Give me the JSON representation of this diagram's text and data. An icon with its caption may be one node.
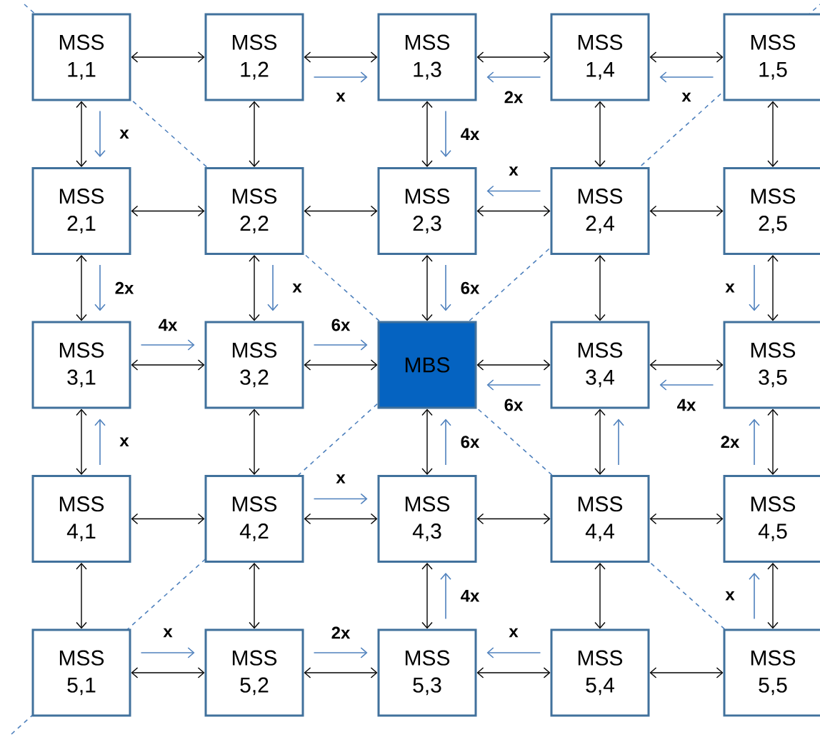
{
  "diagram": {
    "nodes": [
      {
        "text": [
          "MSS 1,1"
        ]
      },
      {
        "text": [
          "MSS 1,2"
        ]
      },
      {
        "text": [
          "MSS 1,3"
        ]
      },
      {
        "text": [
          "MSS 1,4"
        ]
      },
      {
        "text": [
          "MSS 1,5"
        ]
      },
      {
        "text": [
          "MSS 2,1"
        ]
      },
      {
        "text": [
          "MSS 2,2"
        ]
      },
      {
        "text": [
          "MSS 2,3"
        ]
      },
      {
        "text": [
          "MSS 2,4"
        ]
      },
      {
        "text": [
          "MSS 2,5"
        ]
      },
      {
        "text": [
          "MSS 3,1"
        ]
      },
      {
        "text": [
          "MSS 3,2"
        ]
      },
      {
        "text": [
          "MBS"
        ]
      },
      {
        "text": [
          "MSS 3,4"
        ]
      },
      {
        "text": [
          "MSS 3,5"
        ]
      },
      {
        "text": [
          "MSS 4,1"
        ]
      },
      {
        "text": [
          "MSS 4,2"
        ]
      },
      {
        "text": [
          "MSS 4,3"
        ]
      },
      {
        "text": [
          "MSS 4,4"
        ]
      },
      {
        "text": [
          "MSS 4,5"
        ]
      },
      {
        "text": [
          "MSS 5,1"
        ]
      },
      {
        "text": [
          "MSS 5,2"
        ]
      },
      {
        "text": [
          "MSS 5,3"
        ]
      },
      {
        "text": [
          "MSS 5,4"
        ]
      },
      {
        "text": [
          "MSS 5,5"
        ]
      }
    ],
    "edges": [
      {
        "from": 0,
        "to": 1,
        "arrow": "both"
      },
      {
        "from": 1,
        "to": 2,
        "arrow": "both"
      },
      {
        "from": 2,
        "to": 3,
        "arrow": "both"
      },
      {
        "from": 3,
        "to": 4,
        "arrow": "both"
      },
      {
        "from": 5,
        "to": 6,
        "arrow": "both"
      },
      {
        "from": 6,
        "to": 7,
        "arrow": "both"
      },
      {
        "from": 7,
        "to": 8,
        "arrow": "both"
      },
      {
        "from": 8,
        "to": 9,
        "arrow": "both"
      },
      {
        "from": 10,
        "to": 11,
        "arrow": "both"
      },
      {
        "from": 11,
        "to": 12,
        "arrow": "both"
      },
      {
        "from": 12,
        "to": 13,
        "arrow": "both"
      },
      {
        "from": 13,
        "to": 14,
        "arrow": "both"
      },
      {
        "from": 15,
        "to": 16,
        "arrow": "both"
      },
      {
        "from": 16,
        "to": 17,
        "arrow": "both"
      },
      {
        "from": 17,
        "to": 18,
        "arrow": "both"
      },
      {
        "from": 18,
        "to": 19,
        "arrow": "both"
      },
      {
        "from": 20,
        "to": 21,
        "arrow": "both"
      },
      {
        "from": 21,
        "to": 22,
        "arrow": "both"
      },
      {
        "from": 22,
        "to": 23,
        "arrow": "both"
      },
      {
        "from": 23,
        "to": 24,
        "arrow": "both"
      },
      {
        "from": 0,
        "to": 5,
        "arrow": "both"
      },
      {
        "from": 5,
        "to": 10,
        "arrow": "both"
      },
      {
        "from": 10,
        "to": 15,
        "arrow": "both"
      },
      {
        "from": 15,
        "to": 20,
        "arrow": "both"
      },
      {
        "from": 1,
        "to": 6,
        "arrow": "both"
      },
      {
        "from": 6,
        "to": 11,
        "arrow": "both"
      },
      {
        "from": 11,
        "to": 16,
        "arrow": "both"
      },
      {
        "from": 16,
        "to": 21,
        "arrow": "both"
      },
      {
        "from": 2,
        "to": 7,
        "arrow": "both"
      },
      {
        "from": 7,
        "to": 12,
        "arrow": "both"
      },
      {
        "from": 12,
        "to": 17,
        "arrow": "both"
      },
      {
        "from": 17,
        "to": 22,
        "arrow": "both"
      },
      {
        "from": 3,
        "to": 8,
        "arrow": "both"
      },
      {
        "from": 8,
        "to": 13,
        "arrow": "both"
      },
      {
        "from": 13,
        "to": 18,
        "arrow": "both"
      },
      {
        "from": 18,
        "to": 23,
        "arrow": "both"
      },
      {
        "from": 4,
        "to": 9,
        "arrow": "both"
      },
      {
        "from": 9,
        "to": 14,
        "arrow": "both"
      },
      {
        "from": 14,
        "to": 19,
        "arrow": "both"
      },
      {
        "from": 19,
        "to": 24,
        "arrow": "both"
      },
      {
        "from": 1,
        "to": 2,
        "arrow": "to",
        "label": "x",
        "color": "#4f81bd"
      },
      {
        "from": 3,
        "to": 2,
        "arrow": "to",
        "label": "2x",
        "color": "#4f81bd"
      },
      {
        "from": 4,
        "to": 3,
        "arrow": "to",
        "label": "x",
        "color": "#4f81bd"
      },
      {
        "from": 0,
        "to": 5,
        "arrow": "to",
        "label": "x",
        "color": "#4f81bd"
      },
      {
        "from": 2,
        "to": 7,
        "arrow": "to",
        "label": "4x",
        "color": "#4f81bd"
      },
      {
        "from": 8,
        "to": 7,
        "arrow": "to",
        "label": "x",
        "color": "#4f81bd"
      },
      {
        "from": 5,
        "to": 10,
        "arrow": "to",
        "label": "2x",
        "color": "#4f81bd"
      },
      {
        "from": 6,
        "to": 11,
        "arrow": "to",
        "label": "x",
        "color": "#4f81bd"
      },
      {
        "from": 7,
        "to": 12,
        "arrow": "to",
        "label": "6x",
        "color": "#4f81bd"
      },
      {
        "from": 9,
        "to": 14,
        "arrow": "to",
        "label": "x",
        "color": "#4f81bd"
      },
      {
        "from": 10,
        "to": 11,
        "arrow": "to",
        "label": "4x",
        "color": "#4f81bd"
      },
      {
        "from": 11,
        "to": 12,
        "arrow": "to",
        "label": "6x",
        "color": "#4f81bd"
      },
      {
        "from": 13,
        "to": 12,
        "arrow": "to",
        "label": "6x",
        "color": "#4f81bd"
      },
      {
        "from": 14,
        "to": 13,
        "arrow": "to",
        "label": "4x",
        "color": "#4f81bd"
      },
      {
        "from": 15,
        "to": 10,
        "arrow": "to",
        "label": "x",
        "color": "#4f81bd"
      },
      {
        "from": 17,
        "to": 12,
        "arrow": "to",
        "label": "6x",
        "color": "#4f81bd"
      },
      {
        "from": 18,
        "to": 13,
        "arrow": "to",
        "color": "#4f81bd"
      },
      {
        "from": 19,
        "to": 14,
        "arrow": "to",
        "label": "2x",
        "color": "#4f81bd"
      },
      {
        "from": 16,
        "to": 17,
        "arrow": "to",
        "label": "x",
        "color": "#4f81bd"
      },
      {
        "from": 22,
        "to": 17,
        "arrow": "to",
        "label": "4x",
        "color": "#4f81bd"
      },
      {
        "from": 24,
        "to": 19,
        "arrow": "to",
        "label": "x",
        "color": "#4f81bd"
      },
      {
        "from": 20,
        "to": 21,
        "arrow": "to",
        "label": "x",
        "color": "#4f81bd"
      },
      {
        "from": 21,
        "to": 22,
        "arrow": "to",
        "label": "2x",
        "color": "#4f81bd"
      },
      {
        "from": 23,
        "to": 22,
        "arrow": "to",
        "label": "x",
        "color": "#4f81bd"
      }
    ]
  }
}
